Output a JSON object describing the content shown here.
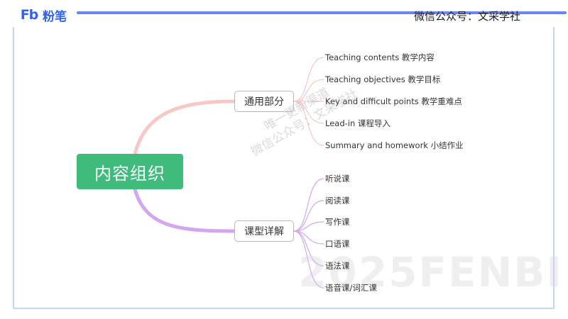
{
  "brand": {
    "logo_mark": "Fb",
    "name": "粉笔"
  },
  "header": {
    "wechat_label": "微信公众号：文采学社"
  },
  "mindmap": {
    "root": "内容组织",
    "branches": [
      {
        "label": "通用部分",
        "color": "#f7c8c8",
        "items": [
          "Teaching contents 教学内容",
          "Teaching objectives 教学目标",
          "Key and difficult points 教学重难点",
          "Lead-in 课程导入",
          "Summary and homework 小结作业"
        ]
      },
      {
        "label": "课型详解",
        "color": "#d3a6ef",
        "items": [
          "听说课",
          "阅读课",
          "写作课",
          "口语课",
          "语法课",
          "语音课/词汇课"
        ]
      }
    ]
  },
  "watermark": {
    "line1": "唯一更新渠道",
    "line2": "微信公众号：文采学社",
    "big": "2025FENBI"
  },
  "colors": {
    "accent": "#2f63f0",
    "root": "#3fbb7c",
    "frame": "#c9d2ff"
  }
}
